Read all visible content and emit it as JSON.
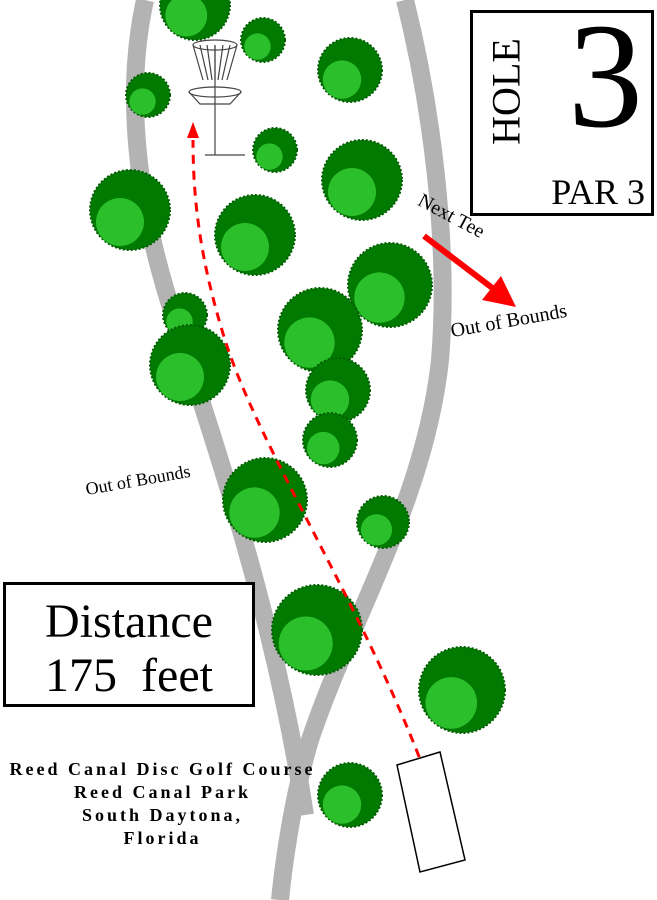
{
  "hole": {
    "label": "HOLE",
    "number": "3",
    "par": "PAR 3"
  },
  "distance": {
    "line1": "Distance",
    "line2": "175  feet"
  },
  "labels": {
    "next_tee": "Next Tee",
    "oob_right": "Out of Bounds",
    "oob_left": "Out of Bounds"
  },
  "course": {
    "line1": "Reed Canal Disc Golf Course",
    "line2": "Reed Canal Park",
    "line3": "South Daytona,",
    "line4": "Florida"
  },
  "colors": {
    "tree_dark": "#007a00",
    "tree_light": "#33cc33",
    "boundary": "#b3b3b3",
    "flight_path": "#ff0000"
  }
}
